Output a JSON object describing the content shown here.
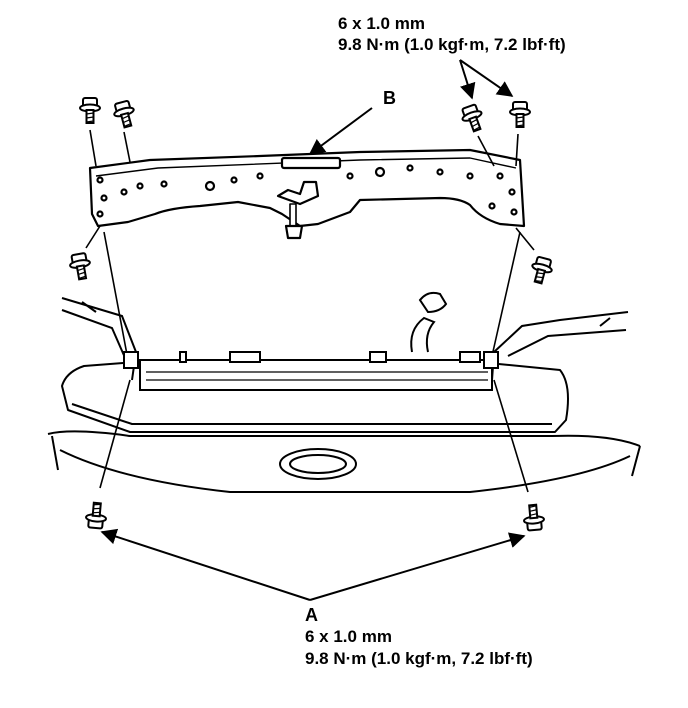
{
  "callouts": {
    "a": "A",
    "b": "B"
  },
  "specs": {
    "top": {
      "size": "6 x 1.0 mm",
      "torque": "9.8 N·m (1.0 kgf·m, 7.2 lbf·ft)"
    },
    "a": {
      "size": "6 x 1.0 mm",
      "torque": "9.8 N·m (1.0 kgf·m, 7.2 lbf·ft)"
    }
  },
  "icons": {
    "bolt": "flange-bolt-icon",
    "bracket": "upper-support-bracket",
    "radiator": "radiator",
    "bumper": "front-bumper"
  },
  "colors": {
    "line": "#000000",
    "background": "#ffffff"
  }
}
